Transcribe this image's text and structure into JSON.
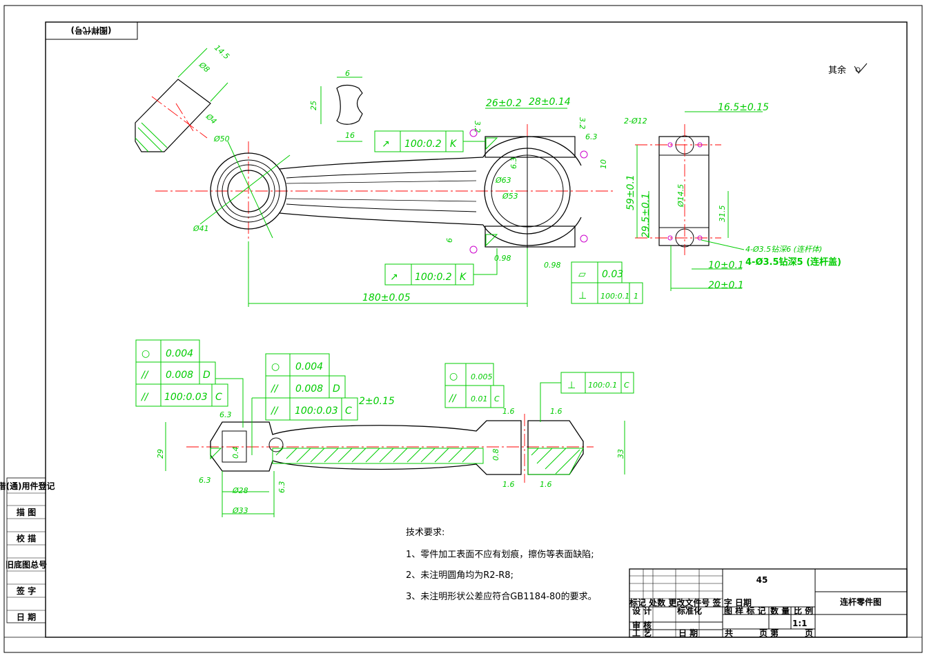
{
  "frame": {
    "corner_label": "(图样代号)",
    "roughness_rest": "其余"
  },
  "left_strip": [
    "借(通)用件登记",
    "描  图",
    "校  描",
    "旧底图总号",
    "签  字",
    "日  期"
  ],
  "dims_top": {
    "d_14_5": "14.5",
    "d_8": "Ø8",
    "d_4": "Ø4",
    "d_50": "Ø50",
    "d_41": "Ø41",
    "d_6": "6",
    "d_25": "25",
    "d_16": "16",
    "d_26": "26±0.2",
    "d_28": "28±0.14",
    "d_32a": "3.2",
    "d_32b": "3.2",
    "d_63a": "6.3",
    "d_63b": "6.3",
    "d_63c": "Ø63",
    "d_53": "Ø53",
    "d_10": "10",
    "d_6b": "6",
    "d_098a": "0.98",
    "d_098b": "0.98",
    "d_180": "180±0.05",
    "d_165": "16.5±0.15",
    "d_2phi12": "2-Ø12",
    "d_59": "59±0.1",
    "d_295": "29.5±0.1",
    "d_145": "Ø14.5",
    "d_315": "31.5",
    "d_10b": "10±0.1",
    "d_20b": "20±0.1",
    "d_4phi35a": "4-Ø3.5钻深6 (连杆体)",
    "d_4phi35b": "4-Ø3.5钻深5 (连杆盖)"
  },
  "tolerance_frames_top": [
    {
      "sym": "↗",
      "value": "100:0.2",
      "ref": "K"
    },
    {
      "sym": "↗",
      "value": "100:0.2",
      "ref": "K"
    },
    {
      "sym": "▱",
      "value": "0.03",
      "ref": ""
    },
    {
      "sym": "⊥",
      "value": "100:0.1",
      "ref": "1"
    }
  ],
  "tolerance_frames_bottom": {
    "left": [
      {
        "sym": "○",
        "value": "0.004",
        "ref": ""
      },
      {
        "sym": "//",
        "value": "0.008",
        "ref": "D"
      },
      {
        "sym": "//",
        "value": "100:0.03",
        "ref": "C"
      }
    ],
    "middle": [
      {
        "sym": "○",
        "value": "0.004",
        "ref": ""
      },
      {
        "sym": "//",
        "value": "0.008",
        "ref": "D"
      },
      {
        "sym": "//",
        "value": "100:0.03",
        "ref": "C"
      }
    ],
    "right_pair": [
      {
        "sym": "○",
        "value": "0.005",
        "ref": ""
      },
      {
        "sym": "//",
        "value": "0.01",
        "ref": "C"
      }
    ],
    "right_single": {
      "sym": "⊥",
      "value": "100:0.1",
      "ref": "C"
    }
  },
  "dims_bottom": {
    "d_2": "2±0.15",
    "d_63a": "6.3",
    "d_63b": "6.3",
    "d_63c": "6.3",
    "d_16a": "1.6",
    "d_16b": "1.6",
    "d_16c": "1.6",
    "d_16d": "1.6",
    "d_29": "29",
    "d_04": "0.4",
    "d_08": "0.8",
    "d_28": "Ø28",
    "d_33": "Ø33",
    "d_33r": "33"
  },
  "tech_requirements": {
    "heading": "技术要求:",
    "items": [
      "1、零件加工表面不应有划痕，擦伤等表面缺陷;",
      "2、未注明圆角均为R2-R8;",
      "3、未注明形状公差应符合GB1184-80的要求。"
    ]
  },
  "title_block": {
    "material": "45",
    "part_name": "连杆零件图",
    "rev_header": "标记 处数 更改文件号 签  字 日期",
    "design": "设 计",
    "standardize": "标准化",
    "review": "审 核",
    "process": "工 艺",
    "date": "日 期",
    "stage_mark": "图 样 标 记",
    "qty": "数 量",
    "scale_label": "比 例",
    "scale": "1:1",
    "total": "共",
    "page": "页",
    "sheet": "第",
    "page2": "页"
  }
}
